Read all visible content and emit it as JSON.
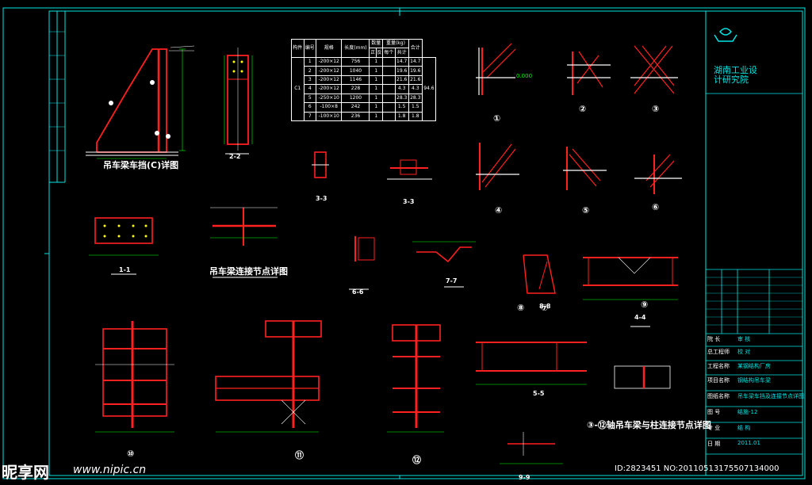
{
  "drawing": {
    "titles": {
      "stop_detail": "吊车梁车挡(C)详图",
      "beam_joint": "吊车梁连接节点详图",
      "beam_column_joint": "③-⑫轴吊车梁与柱连接节点详图"
    },
    "section_labels": [
      "2-2",
      "3-3",
      "3-3",
      "1-1",
      "6-6",
      "7-7",
      "8-8",
      "9-9",
      "5-5",
      "4-4"
    ],
    "node_numbers": [
      "①",
      "②",
      "③",
      "④",
      "⑤",
      "⑥",
      "⑦",
      "⑧",
      "⑨",
      "⑩",
      "⑪",
      "⑫"
    ],
    "dimension": "0.000"
  },
  "bom_table": {
    "headers": [
      "构件",
      "编号",
      "规格",
      "长度(mm)",
      "数量",
      "重量(kg)",
      "合计"
    ],
    "sub_headers": [
      "正",
      "反",
      "每个",
      "共计"
    ],
    "component": "C1",
    "rows": [
      [
        "1",
        "-200×12",
        "756",
        "1",
        "",
        "14.7",
        "14.7"
      ],
      [
        "2",
        "-200×12",
        "1040",
        "1",
        "",
        "19.6",
        "19.6"
      ],
      [
        "3",
        "-200×12",
        "1146",
        "1",
        "",
        "21.6",
        "21.6"
      ],
      [
        "4",
        "-200×12",
        "228",
        "1",
        "",
        "4.3",
        "4.3"
      ],
      [
        "5",
        "-250×10",
        "1200",
        "1",
        "",
        "28.3",
        "28.3"
      ],
      [
        "6",
        "-100×8",
        "242",
        "1",
        "",
        "1.5",
        "1.5"
      ],
      [
        "7",
        "-100×10",
        "236",
        "1",
        "",
        "1.8",
        "1.8"
      ]
    ],
    "total": "94.6"
  },
  "title_block": {
    "company": "湖南工业设计研究院",
    "rows": [
      {
        "label": "院 长",
        "value": "审 核"
      },
      {
        "label": "总工程师",
        "value": "校 对"
      },
      {
        "label": "工程名称",
        "value": "某钢结构厂房"
      },
      {
        "label": "项目名称",
        "value": "钢结构吊车梁"
      },
      {
        "label": "图纸名称",
        "value": "吊车梁车挡及连接节点详图"
      },
      {
        "label": "图 号",
        "value": "结施-12"
      },
      {
        "label": "专 业",
        "value": "结 构"
      },
      {
        "label": "日 期",
        "value": "2011.01"
      }
    ]
  },
  "watermark": {
    "brand": "昵享网",
    "url": "www.nipic.cn",
    "id_text": "ID:2823451 NO:20110513175507134000"
  },
  "colors": {
    "background": "#000000",
    "frame": "#00e5e5",
    "steel": "#ff2020",
    "text": "#ffffff",
    "dim": "#00ff00"
  }
}
